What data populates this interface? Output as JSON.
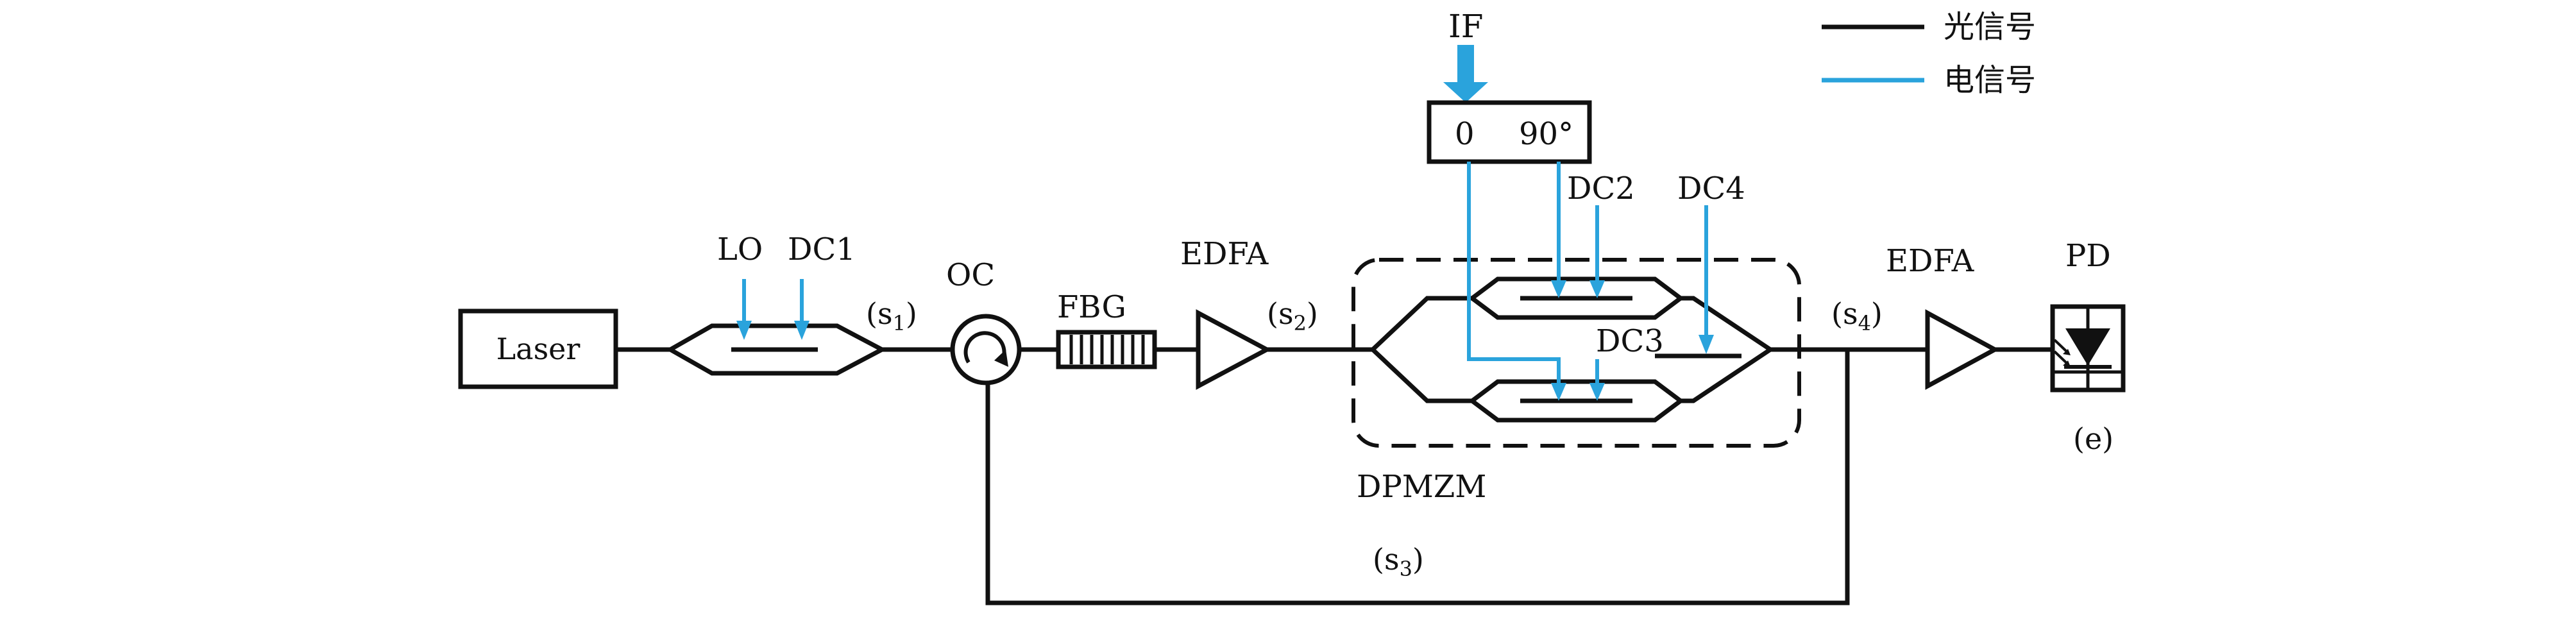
{
  "legend": {
    "optical_label": "光信号",
    "electrical_label": "电信号"
  },
  "colors": {
    "optical": "#111111",
    "electrical": "#2aa3dc"
  },
  "components": {
    "laser": "Laser",
    "lo": "LO",
    "dc1": "DC1",
    "s1": "(s",
    "s1_sub": "1",
    "oc": "OC",
    "fbg": "FBG",
    "edfa1": "EDFA",
    "s2": "(s",
    "s2_sub": "2",
    "if": "IF",
    "hybrid_0": "0",
    "hybrid_90": "90°",
    "dc2": "DC2",
    "dc3": "DC3",
    "dc4": "DC4",
    "dpmzm": "DPMZM",
    "s4": "(s",
    "s4_sub": "4",
    "edfa2": "EDFA",
    "pd": "PD",
    "s3": "(s",
    "s3_sub": "3",
    "panel_label": "(e)"
  }
}
